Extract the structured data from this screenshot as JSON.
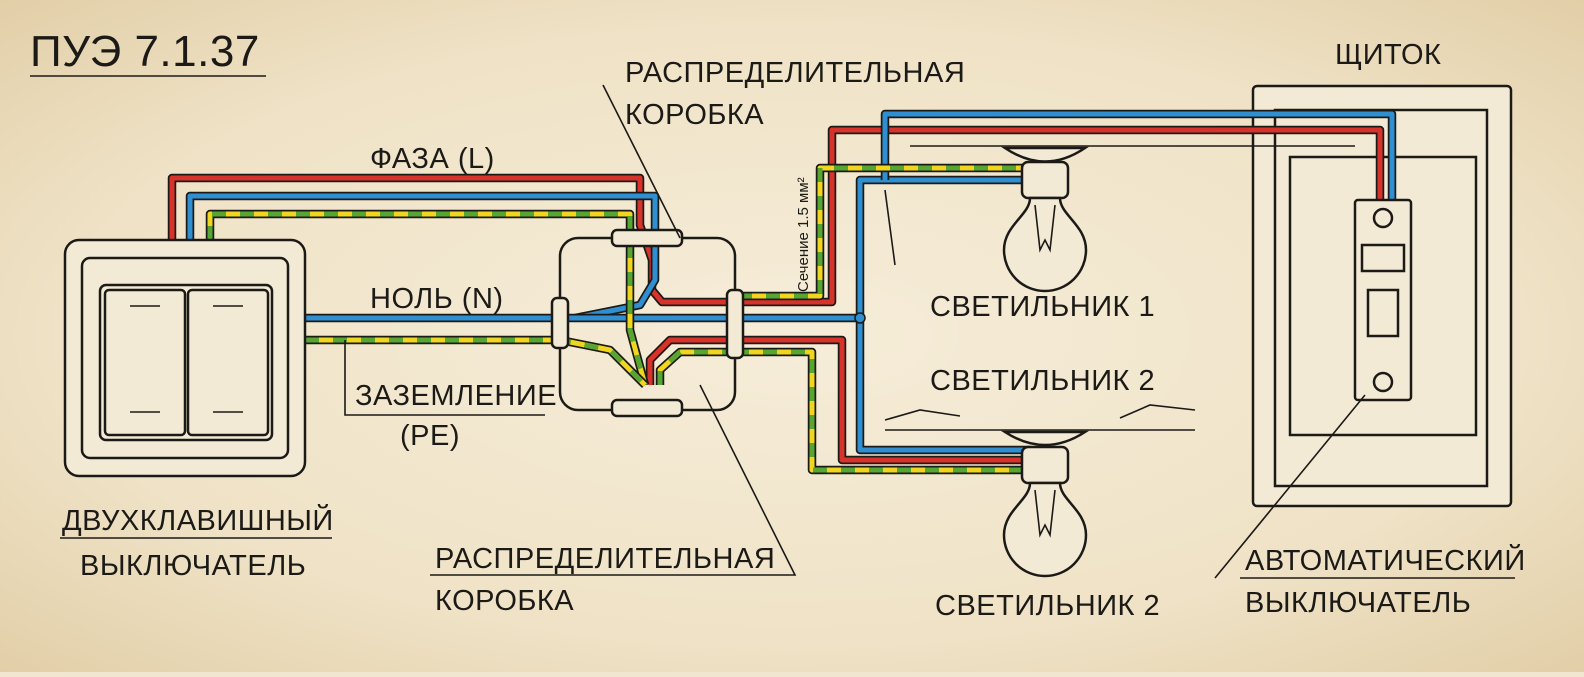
{
  "title": "ПУЭ 7.1.37",
  "labels": {
    "phase": "ФАЗА (L)",
    "neutral": "НОЛЬ (N)",
    "ground_1": "ЗАЗЕМЛЕНИЕ",
    "ground_2": "(PE)",
    "box_top_1": "РАСПРЕДЕЛИТЕЛЬНАЯ",
    "box_top_2": "КОРОБКА",
    "box_bottom_1": "РАСПРЕДЕЛИТЕЛЬНАЯ",
    "box_bottom_2": "КОРОБКА",
    "switch_1": "ДВУХКЛАВИШНЫЙ",
    "switch_2": "ВЫКЛЮЧАТЕЛЬ",
    "lamp1": "СВЕТИЛЬНИК 1",
    "lamp2_upper": "СВЕТИЛЬНИК 2",
    "lamp2_lower": "СВЕТИЛЬНИК 2",
    "panel": "ЩИТОК",
    "breaker_1": "АВТОМАТИЧЕСКИЙ",
    "breaker_2": "ВЫКЛЮЧАТЕЛЬ",
    "cross_section": "Сечение 1.5 мм²"
  },
  "colors": {
    "phase": "#d8332b",
    "neutral": "#2f8fd0",
    "pe_yellow": "#f0d61e",
    "pe_green": "#57a632"
  }
}
